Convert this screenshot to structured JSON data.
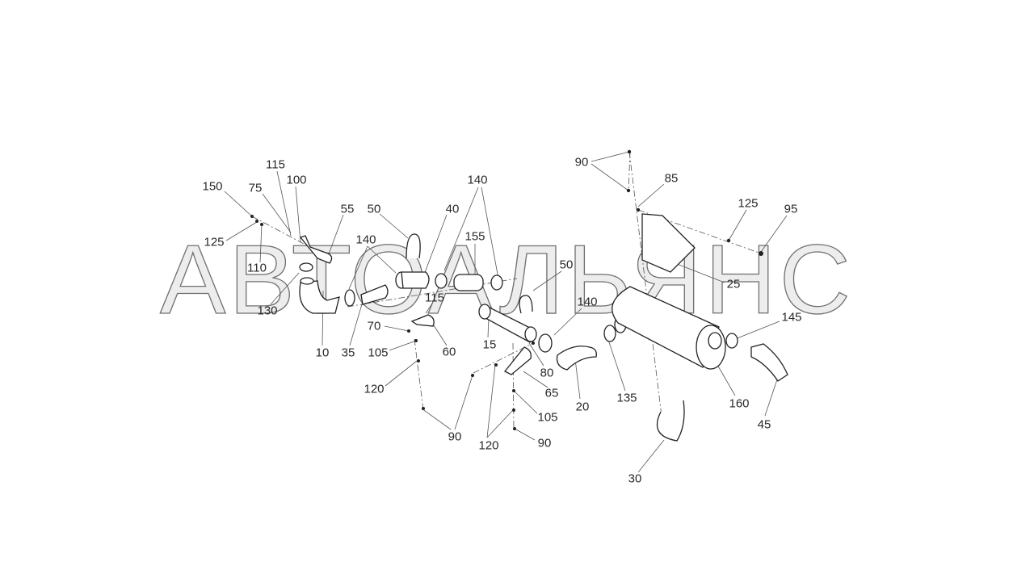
{
  "watermark": "АВТОАЛЬЯНС",
  "callouts": [
    "150",
    "75",
    "115",
    "100",
    "55",
    "50",
    "40",
    "140",
    "155",
    "140",
    "125",
    "110",
    "130",
    "10",
    "35",
    "105",
    "70",
    "115",
    "60",
    "15",
    "50",
    "140",
    "80",
    "65",
    "105",
    "90",
    "120",
    "90",
    "120",
    "20",
    "135",
    "90",
    "85",
    "125",
    "95",
    "25",
    "145",
    "160",
    "45",
    "30"
  ]
}
